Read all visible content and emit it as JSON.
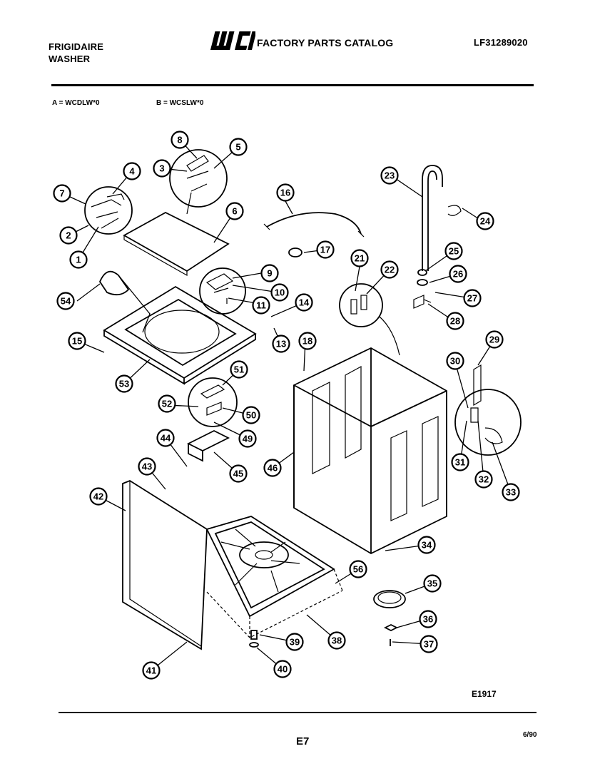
{
  "header": {
    "brand_line1": "FRIGIDAIRE",
    "brand_line2": "WASHER",
    "logo_text": "WCI",
    "catalog_title": "FACTORY PARTS CATALOG",
    "catalog_number": "LF31289020"
  },
  "models": {
    "model_a": "A = WCDLW*0",
    "model_b": "B = WCSLW*0"
  },
  "callouts": [
    "1",
    "2",
    "3",
    "4",
    "5",
    "6",
    "7",
    "8",
    "9",
    "10",
    "11",
    "13",
    "14",
    "15",
    "16",
    "17",
    "18",
    "21",
    "22",
    "23",
    "24",
    "25",
    "26",
    "27",
    "28",
    "29",
    "30",
    "31",
    "32",
    "33",
    "34",
    "35",
    "36",
    "37",
    "38",
    "39",
    "40",
    "41",
    "42",
    "43",
    "44",
    "45",
    "46",
    "49",
    "50",
    "51",
    "52",
    "53",
    "54",
    "56"
  ],
  "footer": {
    "figure_ref": "E1917",
    "page": "E7",
    "date": "6/90"
  }
}
